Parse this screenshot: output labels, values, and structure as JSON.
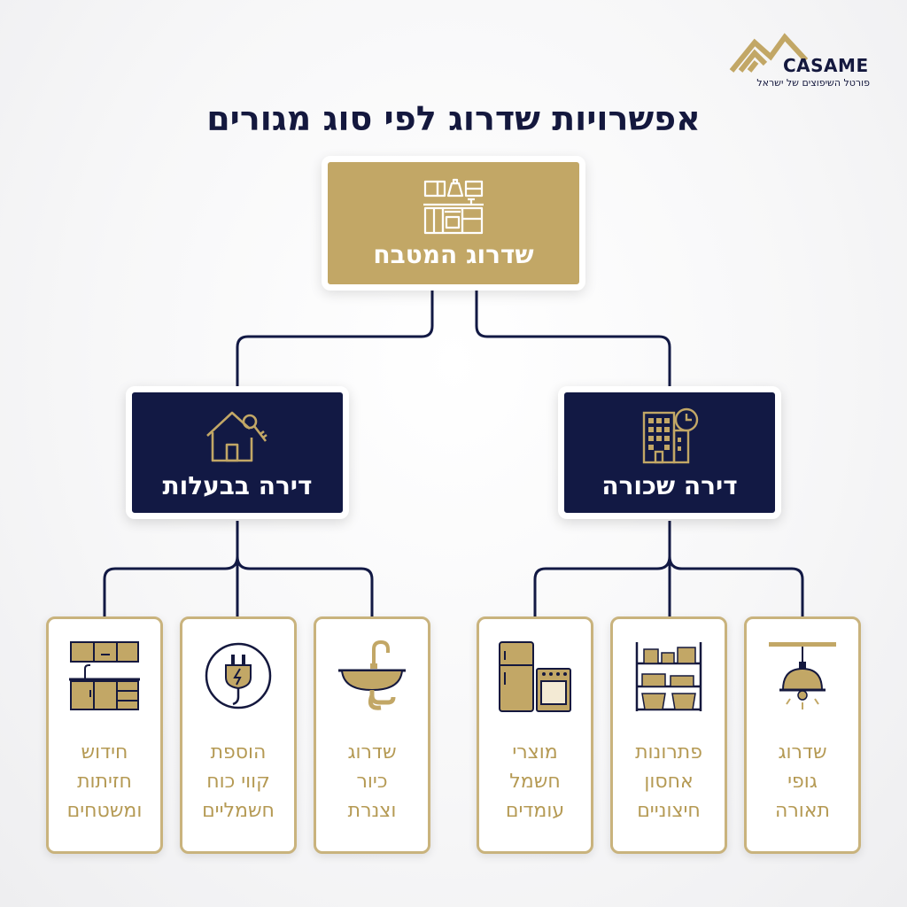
{
  "logo": {
    "name": "CASAME",
    "tagline": "פורטל השיפוצים של ישראל"
  },
  "title": "אפשרויות שדרוג לפי סוג מגורים",
  "root": {
    "label": "שדרוג המטבח",
    "icon": "kitchen-icon"
  },
  "branches": [
    {
      "label": "דירה שכורה",
      "icon": "building-clock-icon",
      "leaves": [
        {
          "label": "שדרוג\nגופי\nתאורה",
          "icon": "pendant-lamp-icon"
        },
        {
          "label": "פתרונות\nאחסון\nחיצוניים",
          "icon": "shelf-storage-icon"
        },
        {
          "label": "מוצרי\nחשמל\nעומדים",
          "icon": "fridge-oven-icon"
        }
      ]
    },
    {
      "label": "דירה בבעלות",
      "icon": "house-key-icon",
      "leaves": [
        {
          "label": "שדרוג\nכיור\nוצנרת",
          "icon": "sink-icon"
        },
        {
          "label": "הוספת\nקווי כוח\nחשמליים",
          "icon": "plug-icon"
        },
        {
          "label": "חידוש\nחזיתות\nומשטחים",
          "icon": "cabinets-icon"
        }
      ]
    }
  ],
  "colors": {
    "navy": "#121944",
    "gold": "#c2a766",
    "gold_text": "#b59a54",
    "leaf_border": "#c9b37d"
  }
}
